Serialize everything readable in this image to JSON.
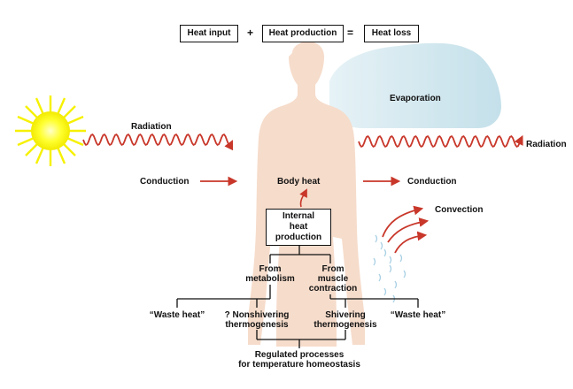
{
  "equation": {
    "heat_input": "Heat input",
    "plus": "+",
    "heat_production": "Heat production",
    "equals": "=",
    "heat_loss": "Heat loss"
  },
  "labels": {
    "evaporation": "Evaporation",
    "radiation_in": "Radiation",
    "radiation_out": "Radiation",
    "conduction_in": "Conduction",
    "conduction_out": "Conduction",
    "body_heat": "Body heat",
    "convection": "Convection",
    "internal_heat_production": [
      "Internal",
      "heat",
      "production"
    ],
    "from_metabolism": [
      "From",
      "metabolism"
    ],
    "from_muscle_contraction": [
      "From",
      "muscle",
      "contraction"
    ],
    "waste_heat_left": "“Waste heat”",
    "nonshivering": [
      "? Nonshivering",
      "thermogenesis"
    ],
    "shivering": [
      "Shivering",
      "thermogenesis"
    ],
    "waste_heat_right": "“Waste heat”",
    "regulated": [
      "Regulated processes",
      "for temperature homeostasis"
    ]
  },
  "colors": {
    "arrow": "#c8372a",
    "body": "#f6dccb",
    "cloud": "#cfe6ee",
    "sun_core": "#ffff00",
    "sun_rays": "#f6f100",
    "lines": "#111111"
  },
  "icons": [
    "sun-icon",
    "cloud-shape",
    "human-silhouette",
    "wavy-arrow",
    "straight-arrow",
    "droplets"
  ]
}
